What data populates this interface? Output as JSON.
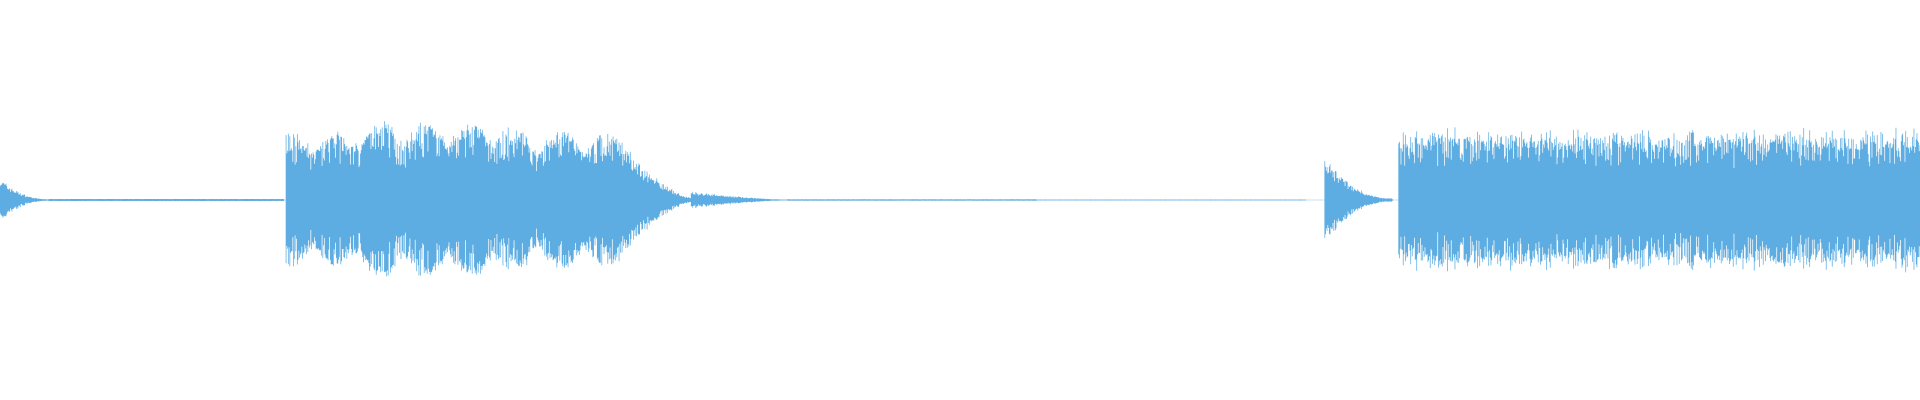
{
  "waveform": {
    "color": "#5dade2",
    "background": "#ffffff",
    "segments": [
      {
        "start": 0.0,
        "end": 0.0255,
        "shape": "decay",
        "peak": 0.26
      },
      {
        "start": 0.0255,
        "end": 0.148,
        "shape": "flat",
        "peak": 0.012
      },
      {
        "start": 0.149,
        "end": 0.185,
        "shape": "sustain",
        "peak": 0.82
      },
      {
        "start": 0.185,
        "end": 0.265,
        "shape": "sustain",
        "peak": 0.95
      },
      {
        "start": 0.265,
        "end": 0.33,
        "shape": "sustain",
        "peak": 0.84
      },
      {
        "start": 0.33,
        "end": 0.36,
        "shape": "release",
        "peak": 0.5
      },
      {
        "start": 0.36,
        "end": 0.41,
        "shape": "release",
        "peak": 0.1
      },
      {
        "start": 0.41,
        "end": 0.54,
        "shape": "flat",
        "peak": 0.008
      },
      {
        "start": 0.54,
        "end": 0.68,
        "shape": "dotted",
        "peak": 0.006
      },
      {
        "start": 0.69,
        "end": 0.7255,
        "shape": "decay",
        "peak": 0.52
      },
      {
        "start": 0.7285,
        "end": 1.0,
        "shape": "dense",
        "peak": 0.88
      }
    ]
  }
}
